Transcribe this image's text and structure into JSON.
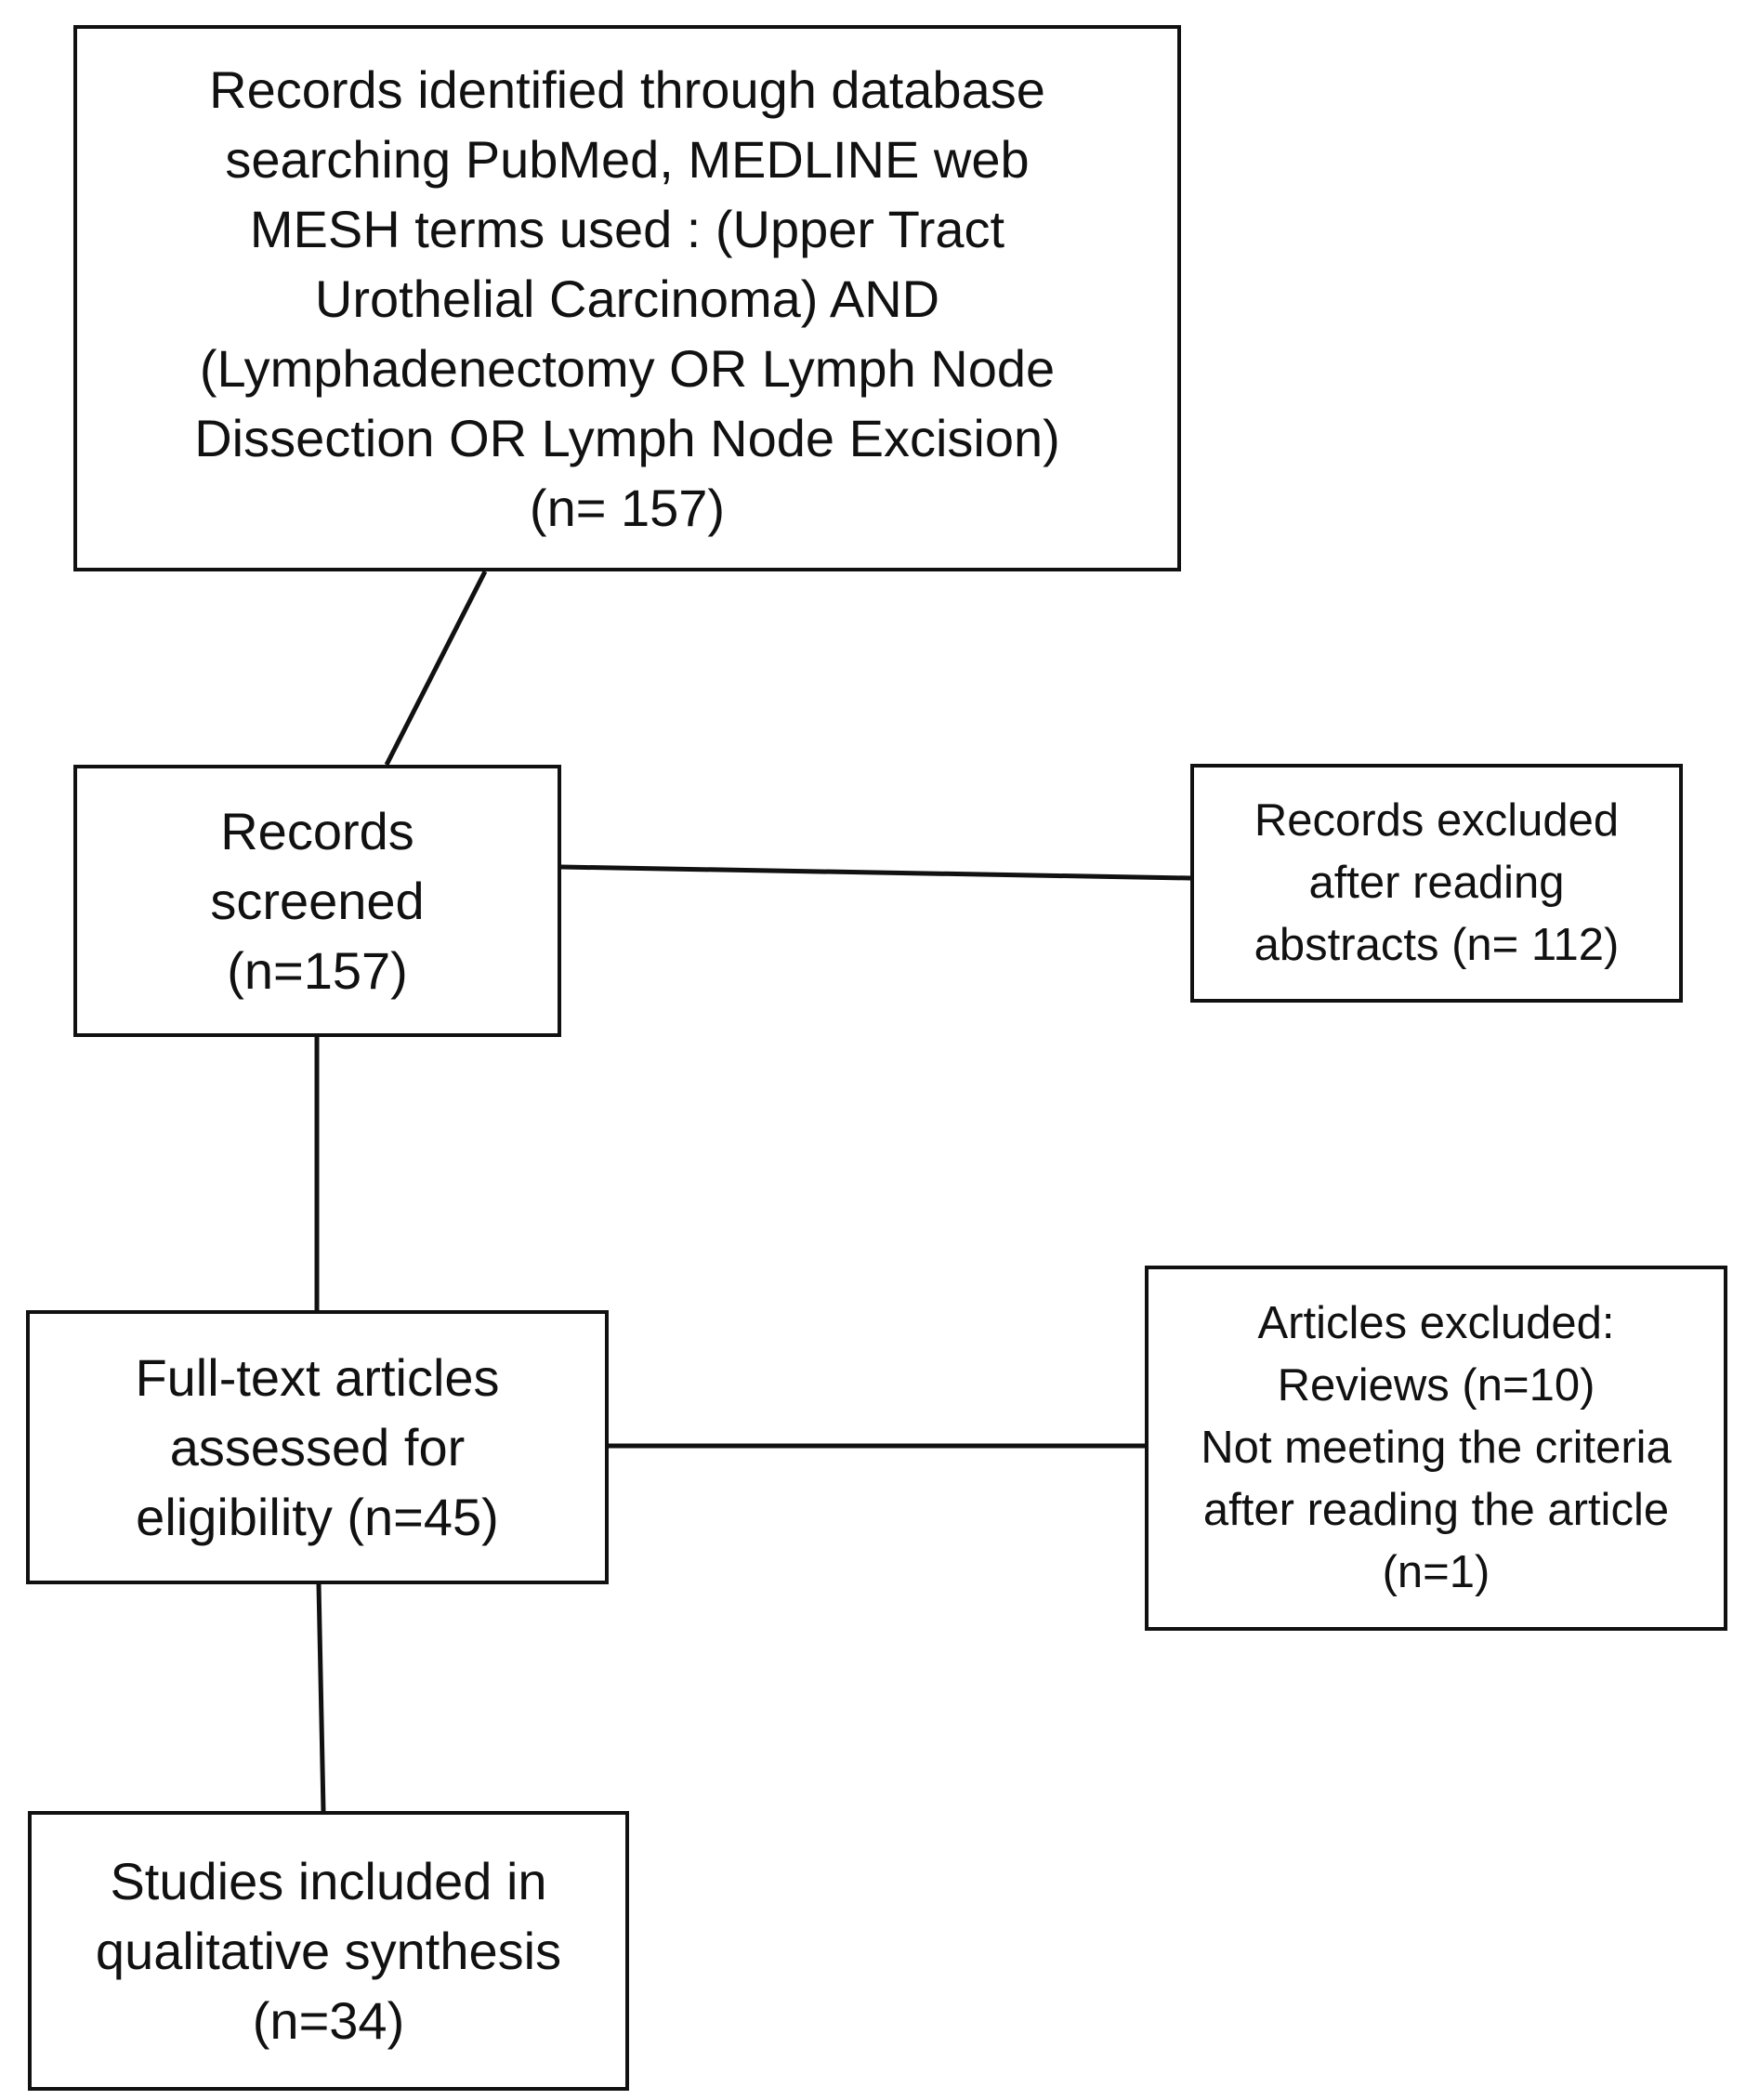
{
  "diagram": {
    "identification": {
      "lines": [
        "Records identified through database",
        "searching PubMed, MEDLINE web",
        "MESH terms used : (Upper Tract",
        "Urothelial Carcinoma) AND",
        "(Lymphadenectomy OR Lymph Node",
        "Dissection OR Lymph Node Excision)",
        "(n= 157)"
      ]
    },
    "screening": {
      "lines": [
        "Records",
        "screened",
        "(n=157)"
      ]
    },
    "excluded_abstracts": {
      "lines": [
        "Records excluded",
        "after reading",
        "abstracts (n= 112)"
      ]
    },
    "eligibility": {
      "lines": [
        "Full-text articles",
        "assessed for",
        "eligibility (n=45)"
      ]
    },
    "excluded_articles": {
      "lines": [
        "Articles excluded:",
        "Reviews (n=10)",
        "Not meeting the criteria",
        "after reading the article",
        "(n=1)"
      ]
    },
    "included": {
      "lines": [
        "Studies included in",
        "qualitative synthesis",
        "(n=34)"
      ]
    }
  }
}
